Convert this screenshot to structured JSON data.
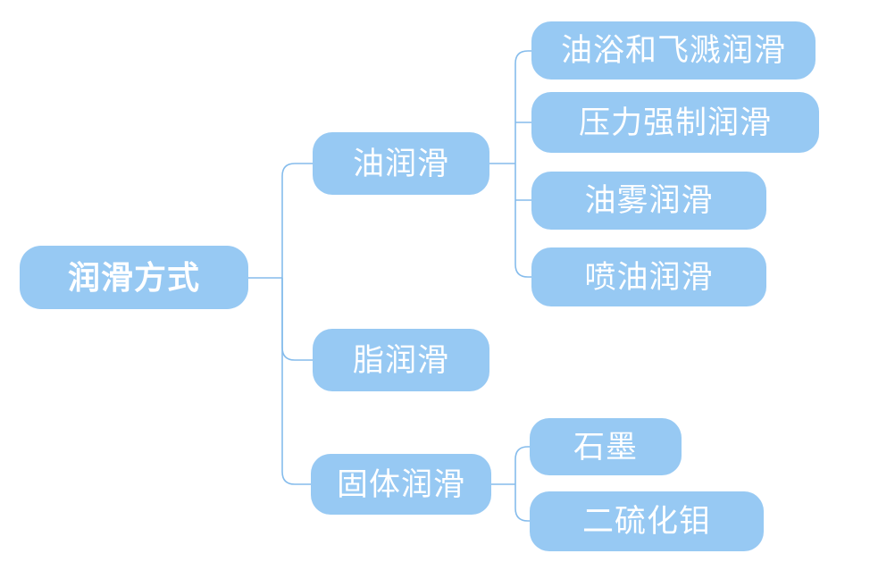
{
  "diagram": {
    "type": "mindmap",
    "direction": "left-to-right"
  },
  "colors": {
    "node_fill": "#97C9F3",
    "node_text": "#FFFFFF",
    "connector": "#85BCEC",
    "background": "#FFFFFF"
  },
  "nodes": {
    "root": {
      "label": "润滑方式"
    },
    "oil": {
      "label": "油润滑"
    },
    "grease": {
      "label": "脂润滑"
    },
    "solid": {
      "label": "固体润滑"
    },
    "oil_bath": {
      "label": "油浴和飞溅润滑"
    },
    "pressure": {
      "label": "压力强制润滑"
    },
    "oil_mist": {
      "label": "油雾润滑"
    },
    "oil_jet": {
      "label": "喷油润滑"
    },
    "graphite": {
      "label": "石墨"
    },
    "moly": {
      "label": "二硫化钼"
    }
  },
  "tree": {
    "label": "润滑方式",
    "children": [
      {
        "label": "油润滑",
        "children": [
          {
            "label": "油浴和飞溅润滑"
          },
          {
            "label": "压力强制润滑"
          },
          {
            "label": "油雾润滑"
          },
          {
            "label": "喷油润滑"
          }
        ]
      },
      {
        "label": "脂润滑",
        "children": []
      },
      {
        "label": "固体润滑",
        "children": [
          {
            "label": "石墨"
          },
          {
            "label": "二硫化钼"
          }
        ]
      }
    ]
  }
}
